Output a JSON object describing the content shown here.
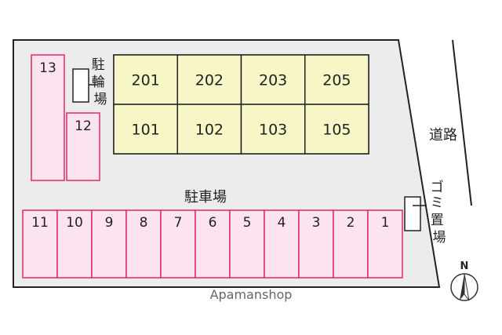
{
  "labels": {
    "bicycle_parking": "駐輪場",
    "car_parking": "駐車場",
    "road": "道路",
    "garbage": "ゴミ置場",
    "north": "N"
  },
  "building_upper_floor": [
    "201",
    "202",
    "203",
    "205"
  ],
  "building_lower_floor": [
    "101",
    "102",
    "103",
    "105"
  ],
  "parking_left_column": [
    "13",
    "12"
  ],
  "parking_bottom_row": [
    "11",
    "10",
    "9",
    "8",
    "7",
    "6",
    "5",
    "4",
    "3",
    "2",
    "1"
  ],
  "credit": "Apamanshop",
  "colors": {
    "building_fill": "#f7f6c6",
    "parking_fill": "#fbe4ef",
    "parking_stroke": "#e0286a",
    "site_fill": "#ececec"
  },
  "icons": {
    "compass": "north-arrow-icon"
  }
}
